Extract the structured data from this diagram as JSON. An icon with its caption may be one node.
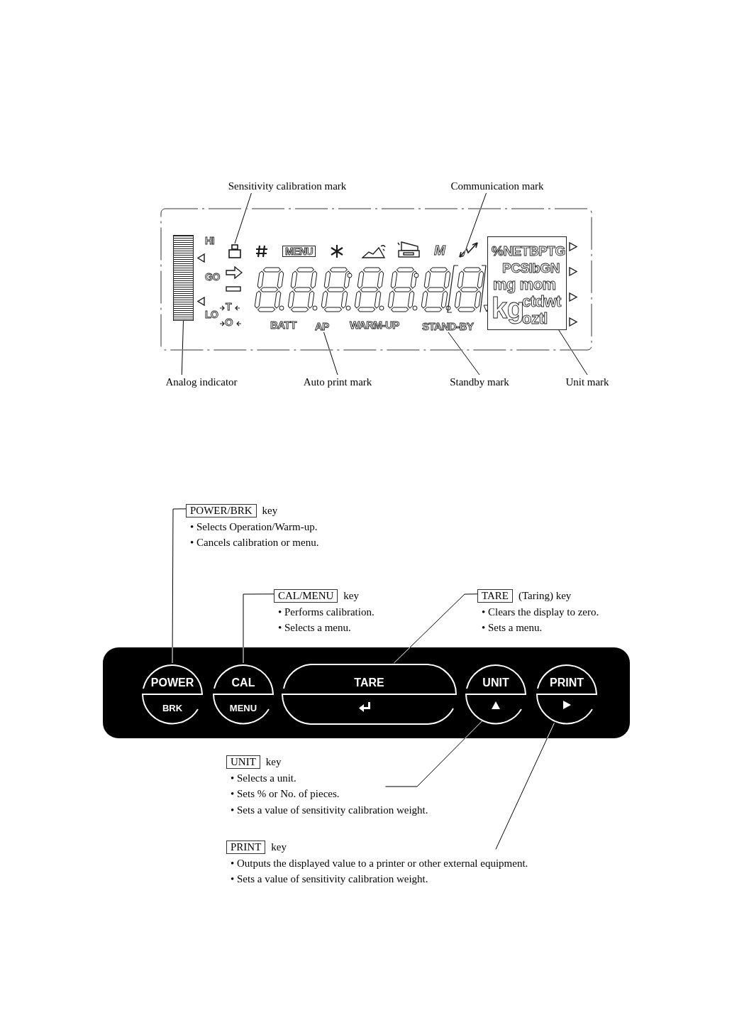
{
  "diagram": {
    "nodes": [
      {
        "text": [
          "Sensitivity calibration mark"
        ]
      },
      {
        "text": [
          "Communication mark"
        ]
      },
      {
        "text": [],
        "shape": "box"
      },
      {
        "text": [],
        "shape": "box",
        "in": 2
      },
      {
        "text": [],
        "shape": "picture",
        "in": 2
      },
      {
        "text": [],
        "shape": "bar",
        "in": 2
      },
      {
        "text": [
          "AP"
        ],
        "in": 2
      },
      {
        "text": [
          "STAND-BY"
        ],
        "in": 2
      },
      {
        "text": [
          "%NETBPTG",
          "PCSlbGN",
          "mg mom",
          "kg",
          "ctdwt",
          "oztl"
        ],
        "in": 2
      },
      {
        "text": [
          "Analog indicator"
        ]
      },
      {
        "text": [
          "Auto print mark"
        ]
      },
      {
        "text": [
          "Standby mark"
        ]
      },
      {
        "text": [
          "Unit mark"
        ]
      },
      {
        "text": [
          "POWER/BRK"
        ],
        "beside": [
          "key",
          "• Selects Operation/Warm-up.",
          "• Cancels calibration or menu."
        ]
      },
      {
        "text": [
          "CAL/MENU"
        ],
        "beside": [
          "key",
          "• Performs calibration.",
          "• Selects a menu."
        ]
      },
      {
        "text": [
          "TARE"
        ],
        "beside": [
          "(Taring) key",
          "• Clears the display to zero.",
          "• Sets a menu."
        ]
      },
      {
        "text": [],
        "shape": "box"
      },
      {
        "text": [
          "POWER",
          "BRK"
        ],
        "in": 16
      },
      {
        "text": [
          "CAL",
          "MENU"
        ],
        "in": 16
      },
      {
        "text": [
          "TARE"
        ],
        "in": 16
      },
      {
        "text": [
          "UNIT"
        ],
        "in": 16
      },
      {
        "text": [
          "PRINT"
        ],
        "in": 16
      },
      {
        "text": [
          "UNIT"
        ],
        "beside": [
          "key",
          "• Selects a unit.",
          "• Sets % or No. of pieces.",
          "• Sets a value of sensitivity calibration weight."
        ]
      },
      {
        "text": [
          "PRINT"
        ],
        "beside": [
          "key",
          "• Outputs the displayed value to a printer or other external equipment.",
          "• Sets a value of sensitivity calibration weight."
        ]
      }
    ],
    "edges": [
      {
        "from": 0,
        "to": 3,
        "arrow": "none"
      },
      {
        "from": 1,
        "to": 4,
        "arrow": "none"
      },
      {
        "from": 9,
        "to": 5,
        "arrow": "none"
      },
      {
        "from": 10,
        "to": 6,
        "arrow": "none"
      },
      {
        "from": 11,
        "to": 7,
        "arrow": "none"
      },
      {
        "from": 12,
        "to": 8,
        "arrow": "none"
      },
      {
        "from": 13,
        "to": 17,
        "arrow": "none"
      },
      {
        "from": 14,
        "to": 18,
        "arrow": "none"
      },
      {
        "from": 15,
        "to": 19,
        "arrow": "none"
      },
      {
        "from": 22,
        "to": 20,
        "arrow": "none"
      },
      {
        "from": 23,
        "to": 21,
        "arrow": "none"
      }
    ],
    "labels": [
      "HI",
      "GO",
      "LO",
      "T",
      "O",
      "MENU",
      "M",
      "BATT",
      "WARM-UP"
    ]
  }
}
